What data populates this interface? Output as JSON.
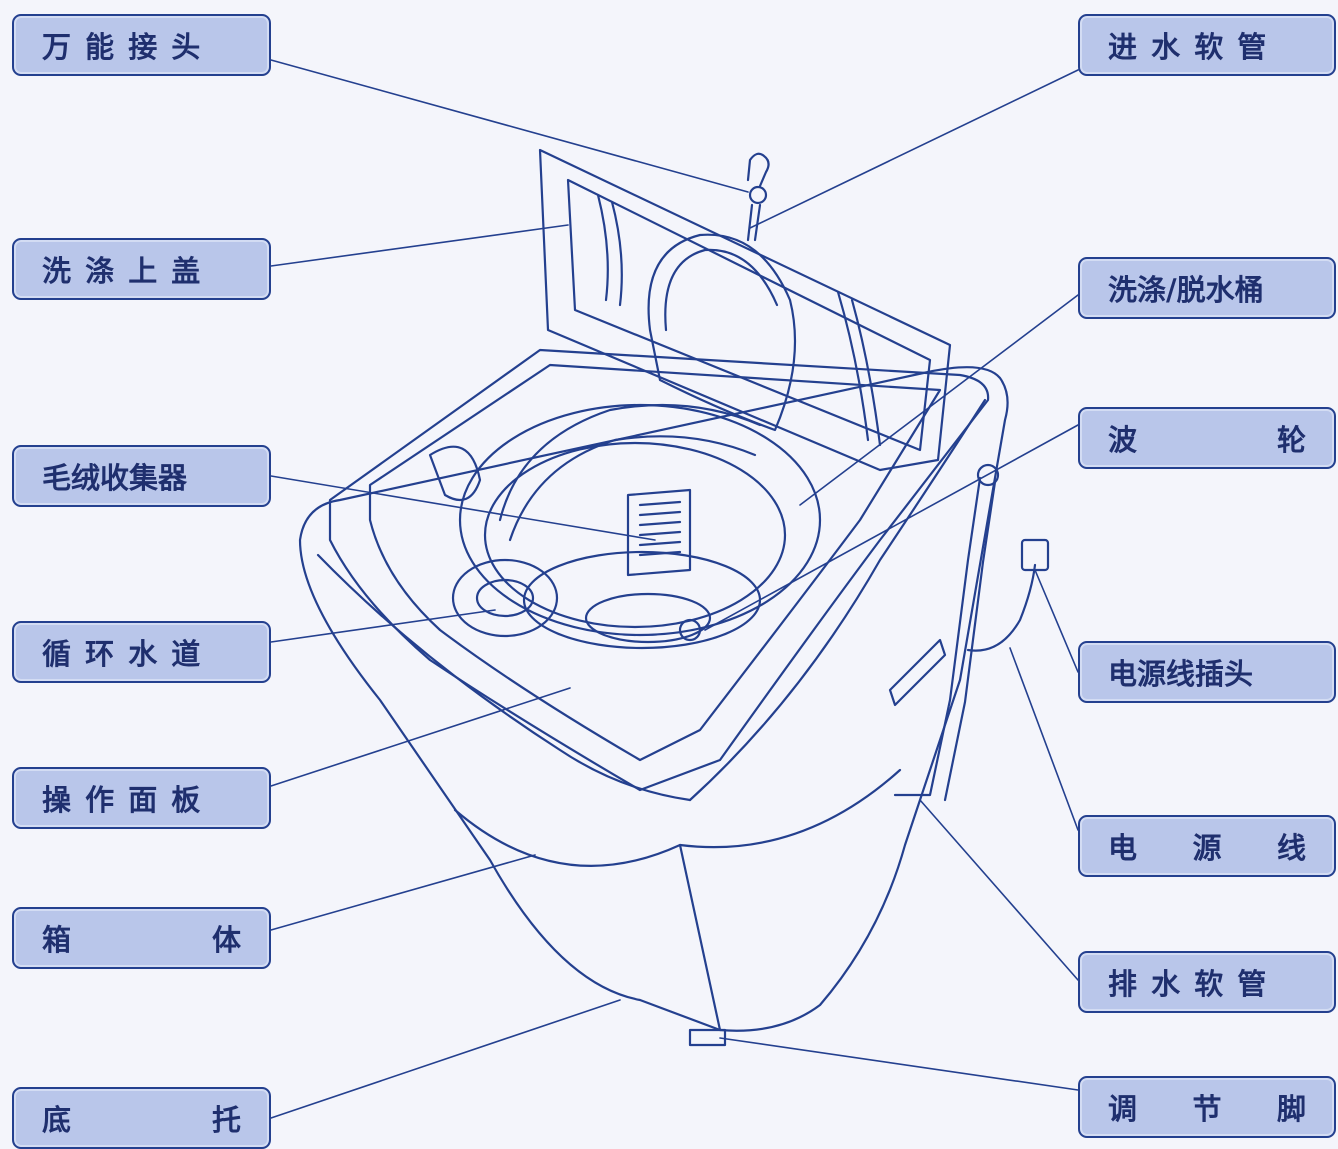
{
  "labels": {
    "wanneng_jietou": "万 能 接 头",
    "xidi_shanggai": "洗 涤 上 盖",
    "maorong_shoujiqi": "毛绒收集器",
    "xunhuan_shuidao": "循 环 水 道",
    "caozuo_mianban": "操 作 面 板",
    "xiangti": [
      "箱",
      "体"
    ],
    "dituo": [
      "底",
      "托"
    ],
    "jinshui_ruanguan": "进 水 软 管",
    "xidi_tuoshuitong": "洗涤/脱水桶",
    "bolun": [
      "波",
      "轮"
    ],
    "dianyuanxian_chatou": "电源线插头",
    "dianyuanxian": [
      "电",
      "源",
      "线"
    ],
    "paishui_ruanguan": "排 水 软 管",
    "tiaojiejiao": [
      "调",
      "节",
      "脚"
    ]
  },
  "colors": {
    "line": "#24408f",
    "label_fill": "#b9c6ea",
    "label_text": "#1f2f6e",
    "background": "#f4f5fb"
  }
}
